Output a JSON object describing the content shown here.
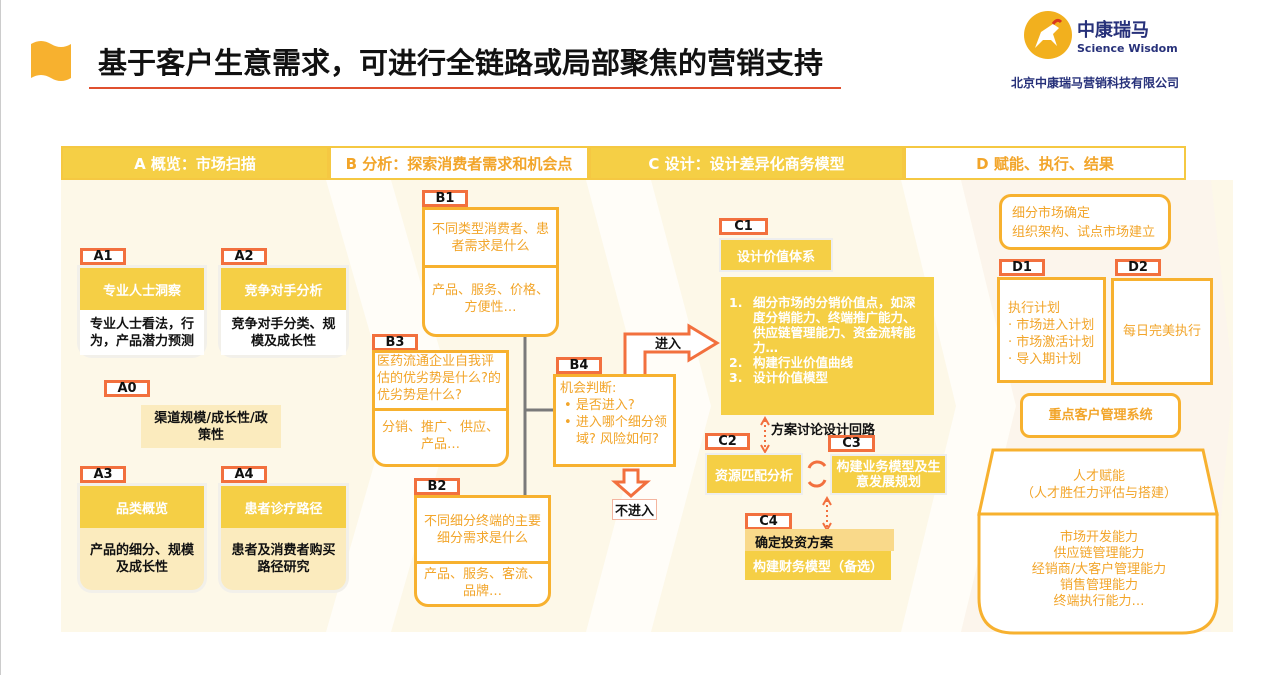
{
  "title": "基于客户生意需求，可进行全链路或局部聚焦的营销支持",
  "logo": {
    "name_cn": "中康瑞马",
    "name_en": "Science Wisdom",
    "company": "北京中康瑞马营销科技有限公司"
  },
  "colors": {
    "yellow": "#F5CF45",
    "orange": "#F7B12F",
    "label_red": "#F2703E"
  },
  "phases": [
    "A 概览：市场扫描",
    "B 分析：探索消费者需求和机会点",
    "C 设计：设计差异化商务模型",
    "D 赋能、执行、结果"
  ],
  "A": {
    "A1": {
      "label": "A1",
      "title": "专业人士洞察",
      "body": "专业人士看法，行为，产品潜力预测"
    },
    "A2": {
      "label": "A2",
      "title": "竞争对手分析",
      "body": "竞争对手分类、规模及成长性"
    },
    "A0": {
      "label": "A0",
      "body": "渠道规模/成长性/政策性"
    },
    "A3": {
      "label": "A3",
      "title": "品类概览",
      "body": "产品的细分、规模及成长性"
    },
    "A4": {
      "label": "A4",
      "title": "患者诊疗路径",
      "body": "患者及消费者购买路径研究"
    }
  },
  "B": {
    "B1": {
      "label": "B1",
      "q": "不同类型消费者、患者需求是什么",
      "a": "产品、服务、价格、方便性…"
    },
    "B3": {
      "label": "B3",
      "q": "医药流通企业自我评估的优劣势是什么?的优劣势是什么?",
      "a": "分销、推广、供应、产品…"
    },
    "B2": {
      "label": "B2",
      "q": "不同细分终端的主要细分需求是什么",
      "a": "产品、服务、客流、品牌…"
    },
    "B4": {
      "label": "B4",
      "head": "机会判断:",
      "bullets": [
        "是否进入?",
        "进入哪个细分领域? 风险如何?"
      ]
    },
    "enter": "进入",
    "no_enter": "不进入"
  },
  "C": {
    "C1": {
      "label": "C1",
      "title": "设计价值体系",
      "items": [
        "细分市场的分销价值点，如深度分销能力、终端推广能力、供应链管理能力、资金流转能力…",
        "构建行业价值曲线",
        "设计价值模型"
      ]
    },
    "loop": "方案讨论设计回路",
    "C2": {
      "label": "C2",
      "title": "资源匹配分析"
    },
    "C3": {
      "label": "C3",
      "title": "构建业务模型及生意发展规划"
    },
    "C4": {
      "label": "C4",
      "head": "确定投资方案",
      "body": "构建财务模型（备选）"
    }
  },
  "D": {
    "top": [
      "细分市场确定",
      "组织架构、试点市场建立"
    ],
    "D1": {
      "label": "D1",
      "head": "执行计划",
      "items": [
        "· 市场进入计划",
        "· 市场激活计划",
        "· 导入期计划"
      ]
    },
    "D2": {
      "label": "D2",
      "body": "每日完美执行"
    },
    "kam": "重点客户管理系统",
    "talent_title": "人才赋能",
    "talent_sub": "（人才胜任力评估与搭建）",
    "skills": [
      "市场开发能力",
      "供应链管理能力",
      "经销商/大客户管理能力",
      "销售管理能力",
      "终端执行能力…"
    ]
  }
}
